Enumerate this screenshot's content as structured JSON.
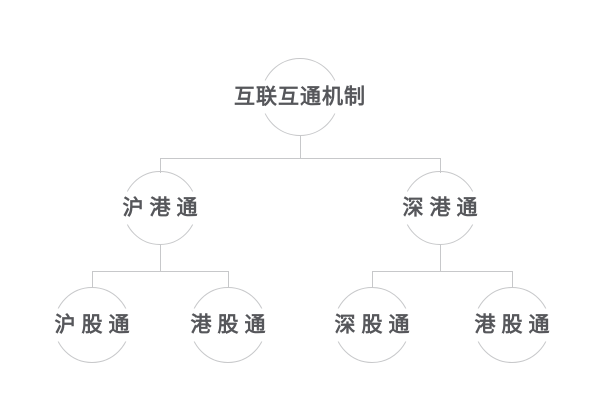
{
  "diagram": {
    "type": "org-chart-tree",
    "title": "互联互通机制",
    "nodes": {
      "root": {
        "label": "互联互通机制",
        "level": 1
      },
      "hu_gang_tong": {
        "label": "沪港通",
        "level": 2
      },
      "shen_gang_tong": {
        "label": "深港通",
        "level": 2
      },
      "hu_gu_tong": {
        "label": "沪股通",
        "level": 3
      },
      "gang_gu_tong_l": {
        "label": "港股通",
        "level": 3
      },
      "shen_gu_tong": {
        "label": "深股通",
        "level": 3
      },
      "gang_gu_tong_r": {
        "label": "港股通",
        "level": 3
      }
    },
    "edges": [
      {
        "from": "root",
        "to": "hu_gang_tong"
      },
      {
        "from": "root",
        "to": "shen_gang_tong"
      },
      {
        "from": "hu_gang_tong",
        "to": "hu_gu_tong"
      },
      {
        "from": "hu_gang_tong",
        "to": "gang_gu_tong_l"
      },
      {
        "from": "shen_gang_tong",
        "to": "shen_gu_tong"
      },
      {
        "from": "shen_gang_tong",
        "to": "gang_gu_tong_r"
      }
    ],
    "colors": {
      "stroke": "#c7c8ca",
      "text": "#56575b",
      "background": "#ffffff"
    },
    "node_shape": "circle-outline"
  }
}
